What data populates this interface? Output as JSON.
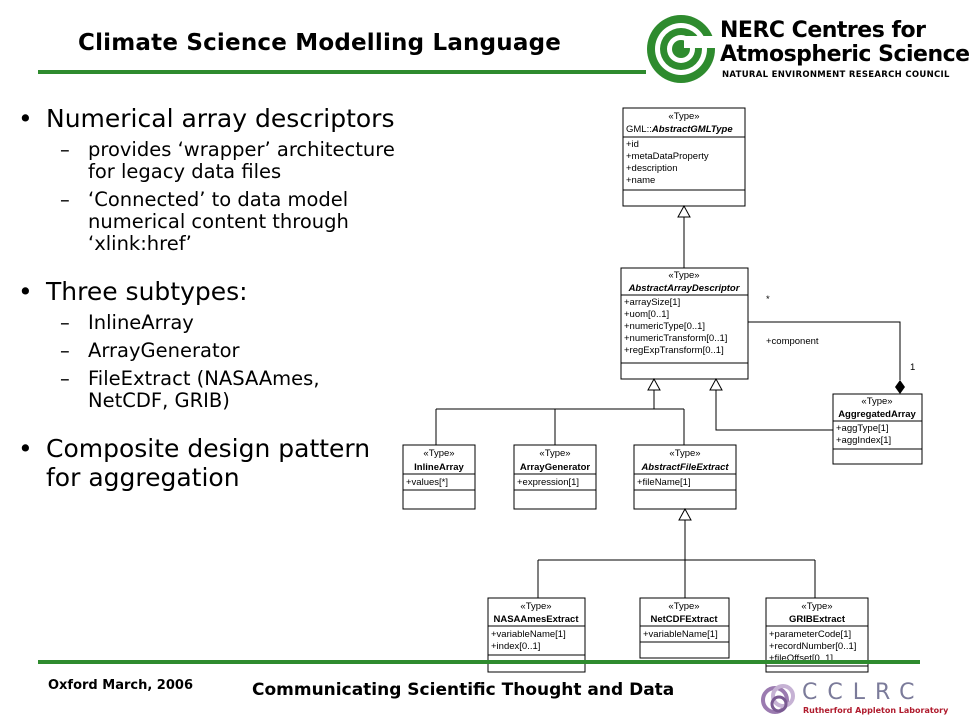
{
  "slide": {
    "title": "Climate Science Modelling Language"
  },
  "logo": {
    "line1": "NERC Centres for",
    "line2": "Atmospheric Science",
    "subtitle": "NATURAL ENVIRONMENT RESEARCH COUNCIL",
    "color": "#2e8b2e"
  },
  "bullets": {
    "b1": "Numerical array descriptors",
    "b1_subs": [
      "provides ‘wrapper’ architecture for legacy data files",
      "‘Connected’ to data model numerical content through ‘xlink:href’"
    ],
    "b2": "Three subtypes:",
    "b2_subs": [
      "InlineArray",
      "ArrayGenerator",
      "FileExtract (NASAAmes, NetCDF, GRIB)"
    ],
    "b3": "Composite design pattern for aggregation"
  },
  "uml": {
    "stereotype": "«Type»",
    "gml": {
      "name_prefix": "GML::",
      "name": "AbstractGMLType",
      "attrs": [
        "+id",
        "+metaDataProperty",
        "+description",
        "+name"
      ]
    },
    "aad": {
      "name": "AbstractArrayDescriptor",
      "attrs": [
        "+arraySize[1]",
        "+uom[0..1]",
        "+numericType[0..1]",
        "+numericTransform[0..1]",
        "+regExpTransform[0..1]"
      ]
    },
    "agg": {
      "name": "AggregatedArray",
      "attrs": [
        "+aggType[1]",
        "+aggIndex[1]"
      ]
    },
    "inline": {
      "name": "InlineArray",
      "attrs": [
        "+values[*]"
      ]
    },
    "gen": {
      "name": "ArrayGenerator",
      "attrs": [
        "+expression[1]"
      ]
    },
    "afe": {
      "name": "AbstractFileExtract",
      "attrs": [
        "+fileName[1]"
      ]
    },
    "nasa": {
      "name": "NASAAmesExtract",
      "attrs": [
        "+variableName[1]",
        "+index[0..1]"
      ]
    },
    "netcdf": {
      "name": "NetCDFExtract",
      "attrs": [
        "+variableName[1]"
      ]
    },
    "grib": {
      "name": "GRIBExtract",
      "attrs": [
        "+parameterCode[1]",
        "+recordNumber[0..1]",
        "+fileOffset[0..1]"
      ]
    },
    "assoc": {
      "role": "+component",
      "mult_many": "*",
      "mult_one": "1"
    }
  },
  "footer": {
    "left": "Oxford March, 2006",
    "center": "Communicating Scientific Thought and Data",
    "cclrc": "CCLRC",
    "cclrc_sub": "Rutherford Appleton Laboratory",
    "cclrc_color": "#7b7b9a",
    "cclrc_sub_color": "#b01c2e"
  },
  "colors": {
    "rule": "#2e8b2e"
  }
}
